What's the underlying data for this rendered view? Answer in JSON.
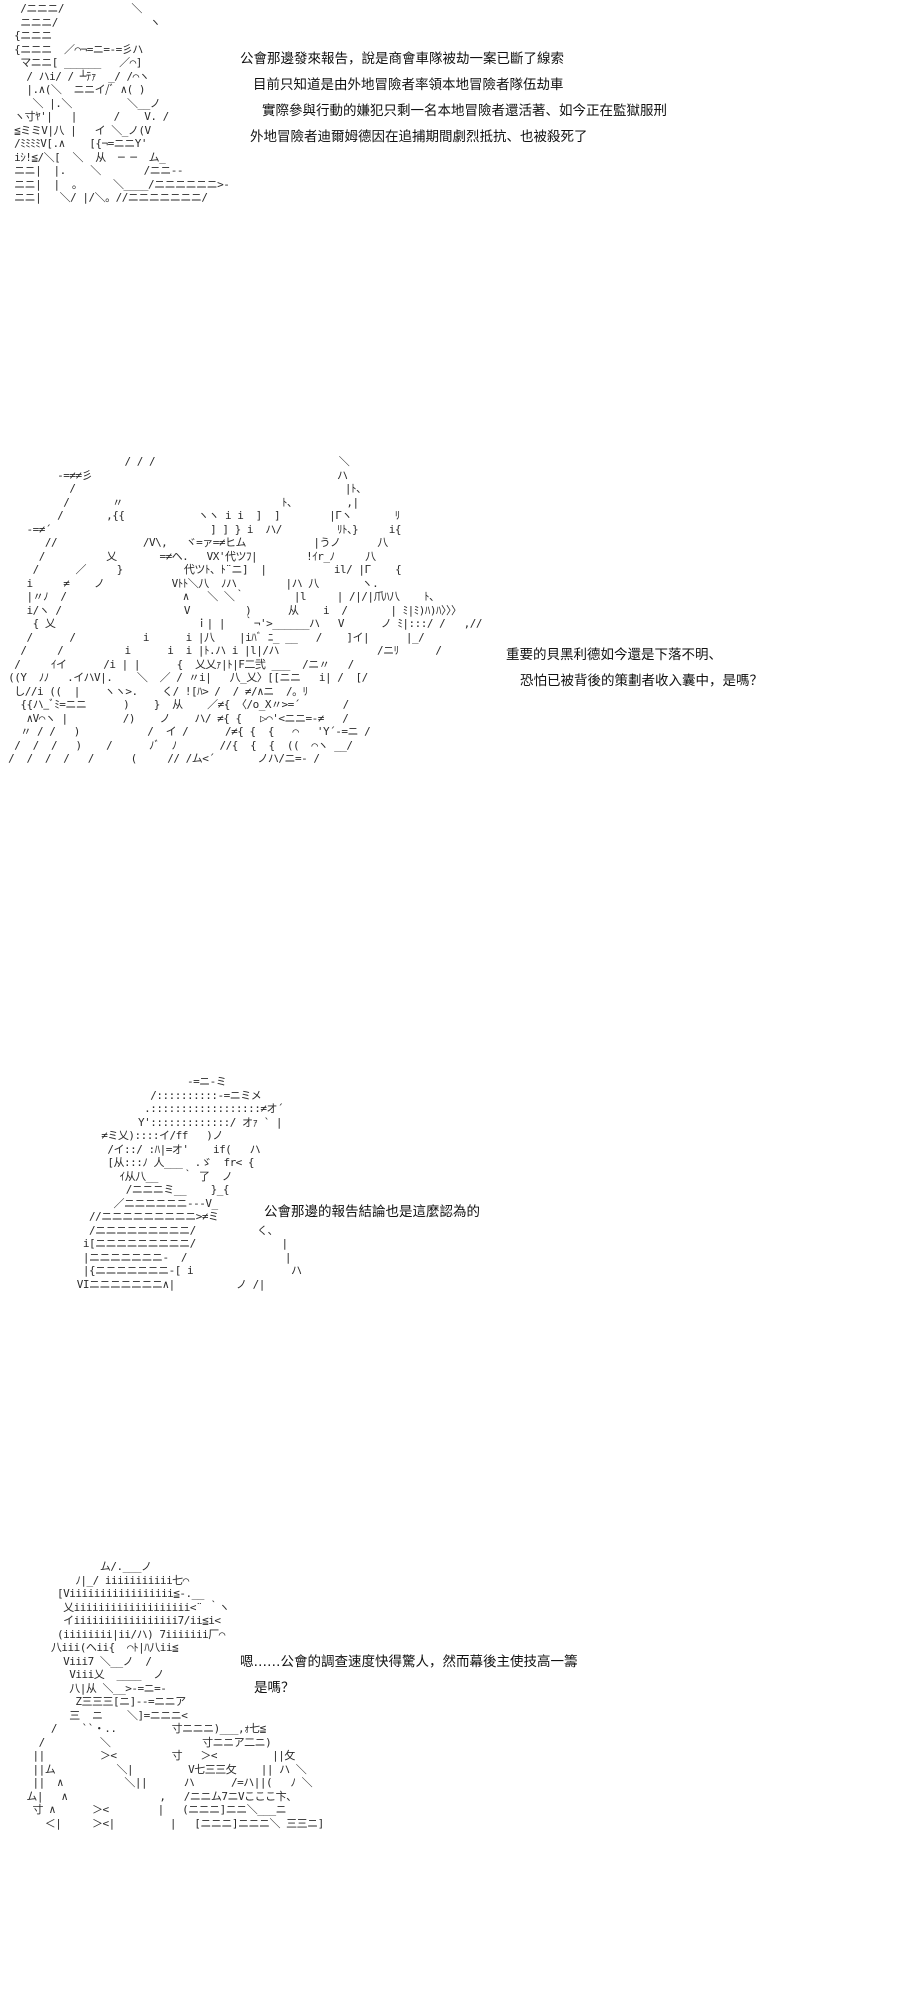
{
  "panels": [
    {
      "art": "  /ニニニ/           ＼\n  ニニニ/               ヽ\n {ニニニ                  \n {ニニニ  ／⌒¬=ニ=-=彡ハ\n  マニニ[ ______   ／⌒]\n   / ハi/ / ┴ﾃｧ  _/ /⌒ヽ\n   |.∧(＼  ニニイ/ﾞ ∧( )\n    ＼ |.＼         ＼__ノ\n ヽ寸ﾔ'|   |      /    V. /\n ≦ミミV|八 |   イ ＼_ノ(V\n /ﾐﾐﾐﾐV[.∧    [{¬=ニニY'\n iｼ!≦/＼[  ＼  从  ─ ─  ム_\n ニニ|  |.    ＼       /ニニ-‐\n ニニ|  |  。     ＼____/ニニニニニニ>-\n ニニ|   ＼/ |/＼。//ニニニニニニニ/",
      "lines": [
        "公會那邊發來報告，說是商會車隊被劫一案已斷了線索",
        "目前只知道是由外地冒險者率領本地冒險者隊伍劫車",
        "實際參與行動的嫌犯只剩一名本地冒險者還活著、如今正在監獄服刑",
        "外地冒險者迪爾姆德因在追捕期間劇烈抵抗、也被殺死了"
      ]
    },
    {
      "art": "                    / / /                              ＼\n         -=≠≠彡                                        ハ\n           /                                            |ﾄ、\n          /       〃                          ﾄ、        ,|\n         /       ,{{            ヽヽ i i  ]  ]        |Γヽ       ﾘ\n    -=≠´                          ] ] } i  ハ/         ﾘﾄ、}     i{\n       //              /V\\,   ヾ=ァ=≠ヒム           |うノ      八\n      /          乂       =≠ヘ.   VX'代ツﾌ|        !ｲr_ﾉ     八\n     /      ／     }          代ツﾄ、ﾄ¨ニ]  |           il/ |Γ    {\n    i     ≠    ノ           Vﾄﾄ＼八  ﾉハ        |ハ 八       ヽ.\n    |〃ﾉ  /                   ∧   ＼ ＼｀        |l     | /|/|爪ﾊ八    ﾄ、\n    i/ヽ /                    V         )      从    i  /       | ﾐ|ﾐ)ﾊ)ﾊ〉〉〉\n     { 乂                       ｉ| |   ｀¬'>______ハ   V      ノ ﾐ|:::/ /   ,//\n    /      /           i      i |八    |iﾊﾞ ﾆ_ __   /    ]イ|      |_/\n   /     /          i      i  i |ﾄ.ハ i |l|/ハ                /ニﾘ      /\n  /     ｲイ      /i | |      {  乂乂ｧ|ﾄ|F二弐 ___  /ニ〃   /\n ((Y  ﾉﾉ   .イハV|.    ＼  ／ / 〃i|   八_乂〉[[ニニ   i| /  [/\n  し//i ((  |    ヽヽ>.    く/ ![ﾊ> /  / ≠/∧ニ  /。ﾘ\n   {{ハ_ﾞﾐ=ニニ      )    }  从    ／≠{ 〈/o_X〃>=´       /\n    ∧V⌒ヽ |         /)    ノ    ハ/ ≠{ {   ▷⌒'<ニニ=-≠   /\n   〃 / /   )           /  イ /      /≠{ {  {   ⌒   'Y´-=ニ /\n  /  /  /   )    /      ﾉﾞ  ﾉ       //{  {  {  ((  ⌒ヽ __/\n /  /  /  /   /      (     // /ム<´       ノハ/ニ=- /",
      "lines": [
        "重要的貝黑利德如今還是下落不明、",
        "恐怕已被背後的策劃者收入囊中，是嗎？"
      ]
    },
    {
      "art": "                        -=ニ-ミ\n                  /::::::::::-=ニミメ\n                 .::::::::::::::::::≠オ´\n                Y':::::::::::::/ オｧ ` |\n          ≠ミ乂)::::イ/ff   )ノ\n           /イ::/ :ﾊ|=オ'    if(   ハ\n           [从:::ﾉ 人___  .ゞ  fr< {\n             ｲ从八__    ｀ 了  ノ\n              /ニニニミ__    }_{\n            ／ニニニニニニ--‐V_\n        //ニニニニニニニニニ>≠ミ\n        /ニニニニニニニニニ/          く、\n       i[ニニニニニニニニニ/              |\n       |ニニニニニニニ-  /                |\n       |{ニニニニニニニ-[ i                ハ\n      VIニニニニニニニ∧|          ノ /|",
      "lines": [
        "公會那邊的報告結論也是這麼認為的"
      ]
    },
    {
      "art": "               ム/.___ノ\n           ﾉ|_/ iiiiiiiiiii七⌒\n        [Viiiiiiiiiiiiiiiii≦-.__\n         乂iiiiiiiiiiiiiiiiiii<¨ ｀ヽ\n         イiiiiiiiiiiiiiiiii7/ii≦i<\n        (iiiiiiii|ii/ハ) 7iiiiiii厂⌒\n       八iii(ヘii{  ⌒ﾄ|ﾊ八ii≦\n         Viii7 ＼__ノ  /\n          Viii乂  ____  ノ\n          八|从 ＼__>-=ニ=-\n           Z三三三[ニ]--=ニニア\n          三  ニ    ＼]=ニニニ<\n       /    ``・..         寸ニニニ)___,ｫ七≦\n     /         ＼               寸ニニア二ニ)\n    ||         ＞<         寸   ＞<         ||攵\n    ||ム          ＼|         V七三三攵    || ハ ＼\n    ||  ∧          ＼||      ハ      /=ハ||(   ﾉ ＼\n   ム|   ∧               ,   /ニニム7ニVこここ卞、\n    寸 ∧      ＞<        |   (ニニニ]ニニ＼___ニ\n      ＜|     ＞<|         |   [ニニニ]ニニニ＼ 三三ニ]",
      "lines": [
        "嗯……公會的調查速度快得驚人，然而幕後主使技高一籌",
        "是嗎？"
      ]
    }
  ]
}
